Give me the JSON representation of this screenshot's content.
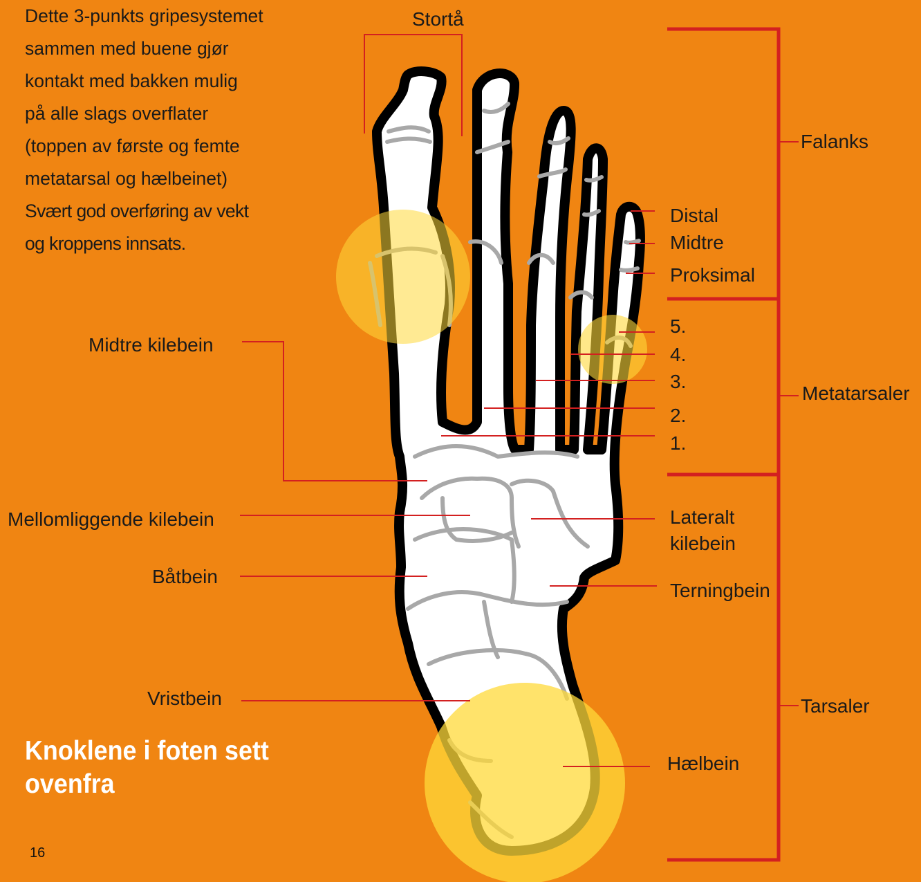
{
  "intro": {
    "lines": [
      "Dette 3-punkts gripesystemet",
      "sammen med buene gjør",
      "kontakt med bakken mulig",
      "på alle slags overflater",
      "(toppen av første og femte",
      "metatarsal og hælbeinet)",
      "Svært god overføring av vekt",
      "og kroppens innsats."
    ]
  },
  "title": "Knoklene i foten sett ovenfra",
  "page_number": "16",
  "labels": {
    "big_toe": "Stortå",
    "phalanges": "Falanks",
    "distal": "Distal",
    "middle": "Midtre",
    "proximal": "Proksimal",
    "m5": "5.",
    "m4": "4.",
    "m3": "3.",
    "m2": "2.",
    "m1": "1.",
    "metatarsals": "Metatarsaler",
    "middle_cuneiform": "Midtre kilebein",
    "intermediate_cuneiform": "Mellomliggende kilebein",
    "lateral_cuneiform_1": "Lateralt",
    "lateral_cuneiform_2": "kilebein",
    "navicular": "Båtbein",
    "cuboid": "Terningbein",
    "talus": "Vristbein",
    "tarsals": "Tarsaler",
    "calcaneus": "Hælbein"
  },
  "colors": {
    "background": "#F08512",
    "leader_line": "#D32020",
    "bone_fill": "#FFFFFF",
    "bone_outline": "#000000",
    "joint_line": "#A8A8A8",
    "highlight": "#FFD93A"
  }
}
